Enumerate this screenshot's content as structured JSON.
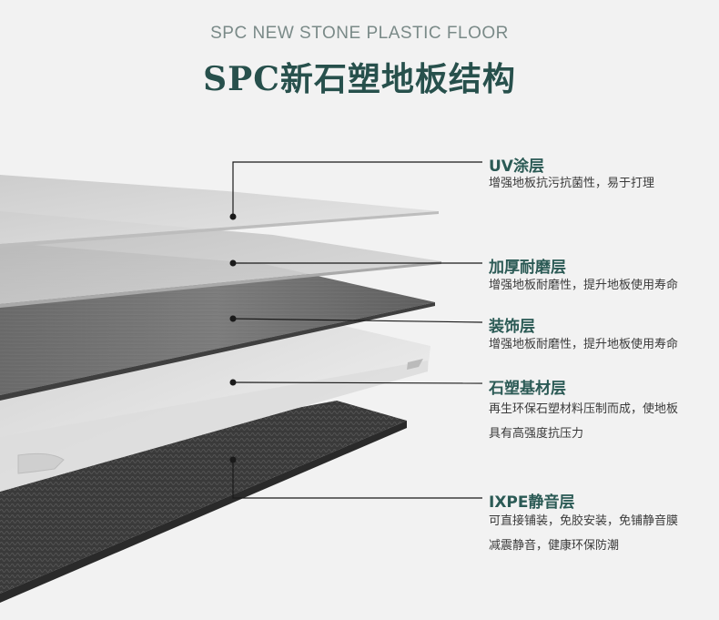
{
  "header": {
    "subtitle": "SPC NEW STONE PLASTIC FLOOR",
    "title": "SPC新石塑地板结构"
  },
  "layers": [
    {
      "name": "UV涂层",
      "desc_lines": [
        "增强地板抗污抗菌性，易于打理"
      ]
    },
    {
      "name": "加厚耐磨层",
      "desc_lines": [
        "增强地板耐磨性，提升地板使用寿命"
      ]
    },
    {
      "name": "装饰层",
      "desc_lines": [
        "增强地板耐磨性，提升地板使用寿命"
      ]
    },
    {
      "name": "石塑基材层",
      "desc_lines": [
        "再生环保石塑材料压制而成，使地板",
        "具有高强度抗压力"
      ]
    },
    {
      "name": "IXPE静音层",
      "desc_lines": [
        "可直接铺装，免胶安装，免铺静音膜",
        "减震静音，健康环保防潮"
      ]
    }
  ],
  "colors": {
    "title": "#27504c",
    "subtitle": "#7a8a88",
    "label": "#2b5a55",
    "leader_line": "#1a1a1a"
  }
}
